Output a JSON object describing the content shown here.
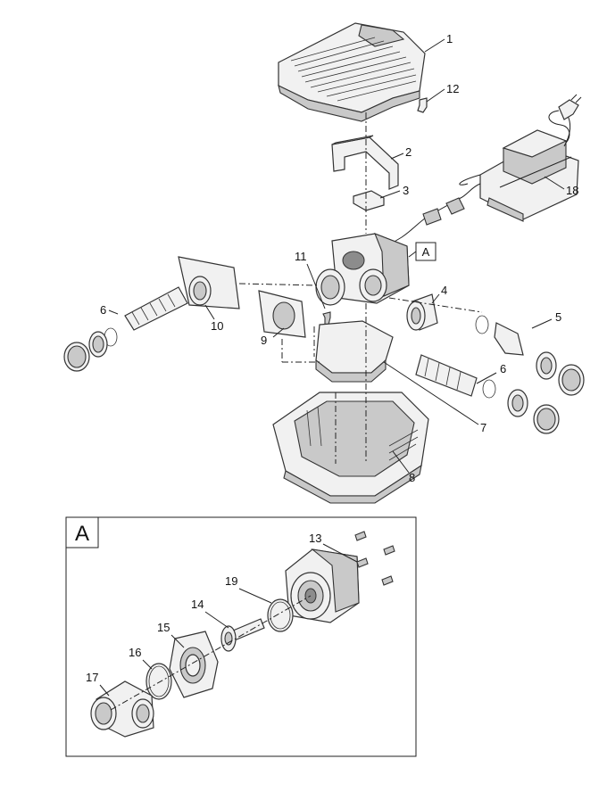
{
  "callouts": {
    "c1": "1",
    "c2": "2",
    "c3": "3",
    "c4": "4",
    "c5": "5",
    "c6a": "6",
    "c6b": "6",
    "c7": "7",
    "c8": "8",
    "c9": "9",
    "c10": "10",
    "c11": "11",
    "c12": "12",
    "c13": "13",
    "c14": "14",
    "c15": "15",
    "c16": "16",
    "c17": "17",
    "c18": "18",
    "c19": "19"
  },
  "detail_ref": "A",
  "detail_title": "A",
  "colors": {
    "line": "#222222",
    "part_fill": "#f1f1f1",
    "shade": "#c9c9c9",
    "dark": "#8c8c8c"
  }
}
